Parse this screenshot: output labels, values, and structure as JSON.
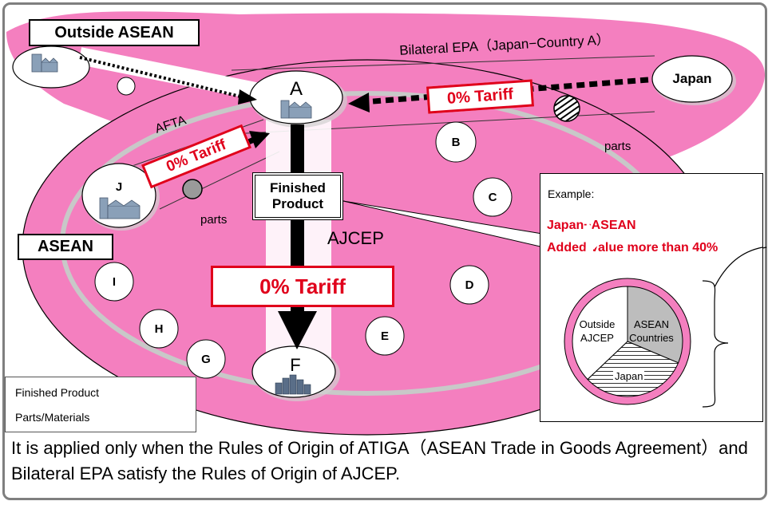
{
  "labels": {
    "outside_asean": "Outside ASEAN",
    "bilateral_epa": "Bilateral EPA（Japan−Country A）",
    "japan": "Japan",
    "afta": "AFTA",
    "asean": "ASEAN",
    "ajcep": "AJCEP",
    "parts_right": "parts",
    "parts_left": "parts",
    "finished_product": "Finished\nProduct",
    "tariff_top": "0% Tariff",
    "tariff_left": "0% Tariff",
    "tariff_center": "0% Tariff"
  },
  "nodes": {
    "A": "A",
    "B": "B",
    "C": "C",
    "D": "D",
    "E": "E",
    "F": "F",
    "G": "G",
    "H": "H",
    "I": "I",
    "J": "J"
  },
  "legend": {
    "finished_product": "Finished Product",
    "parts_materials": "Parts/Materials"
  },
  "example": {
    "heading": "Example:",
    "line1": "Japan−ASEAN",
    "line2": "Added Value more than 40%",
    "pie_outside": "Outside\nAJCEP",
    "pie_asean": "ASEAN\nCountries",
    "pie_japan": "Japan"
  },
  "caption": "It is applied only when the Rules of Origin of ATIGA（ASEAN Trade in Goods Agreement）and Bilateral EPA satisfy the Rules of Origin of AJCEP.",
  "colors": {
    "pink": "#f47fbf",
    "red": "#e0001b",
    "gray": "#c0c0c0"
  }
}
